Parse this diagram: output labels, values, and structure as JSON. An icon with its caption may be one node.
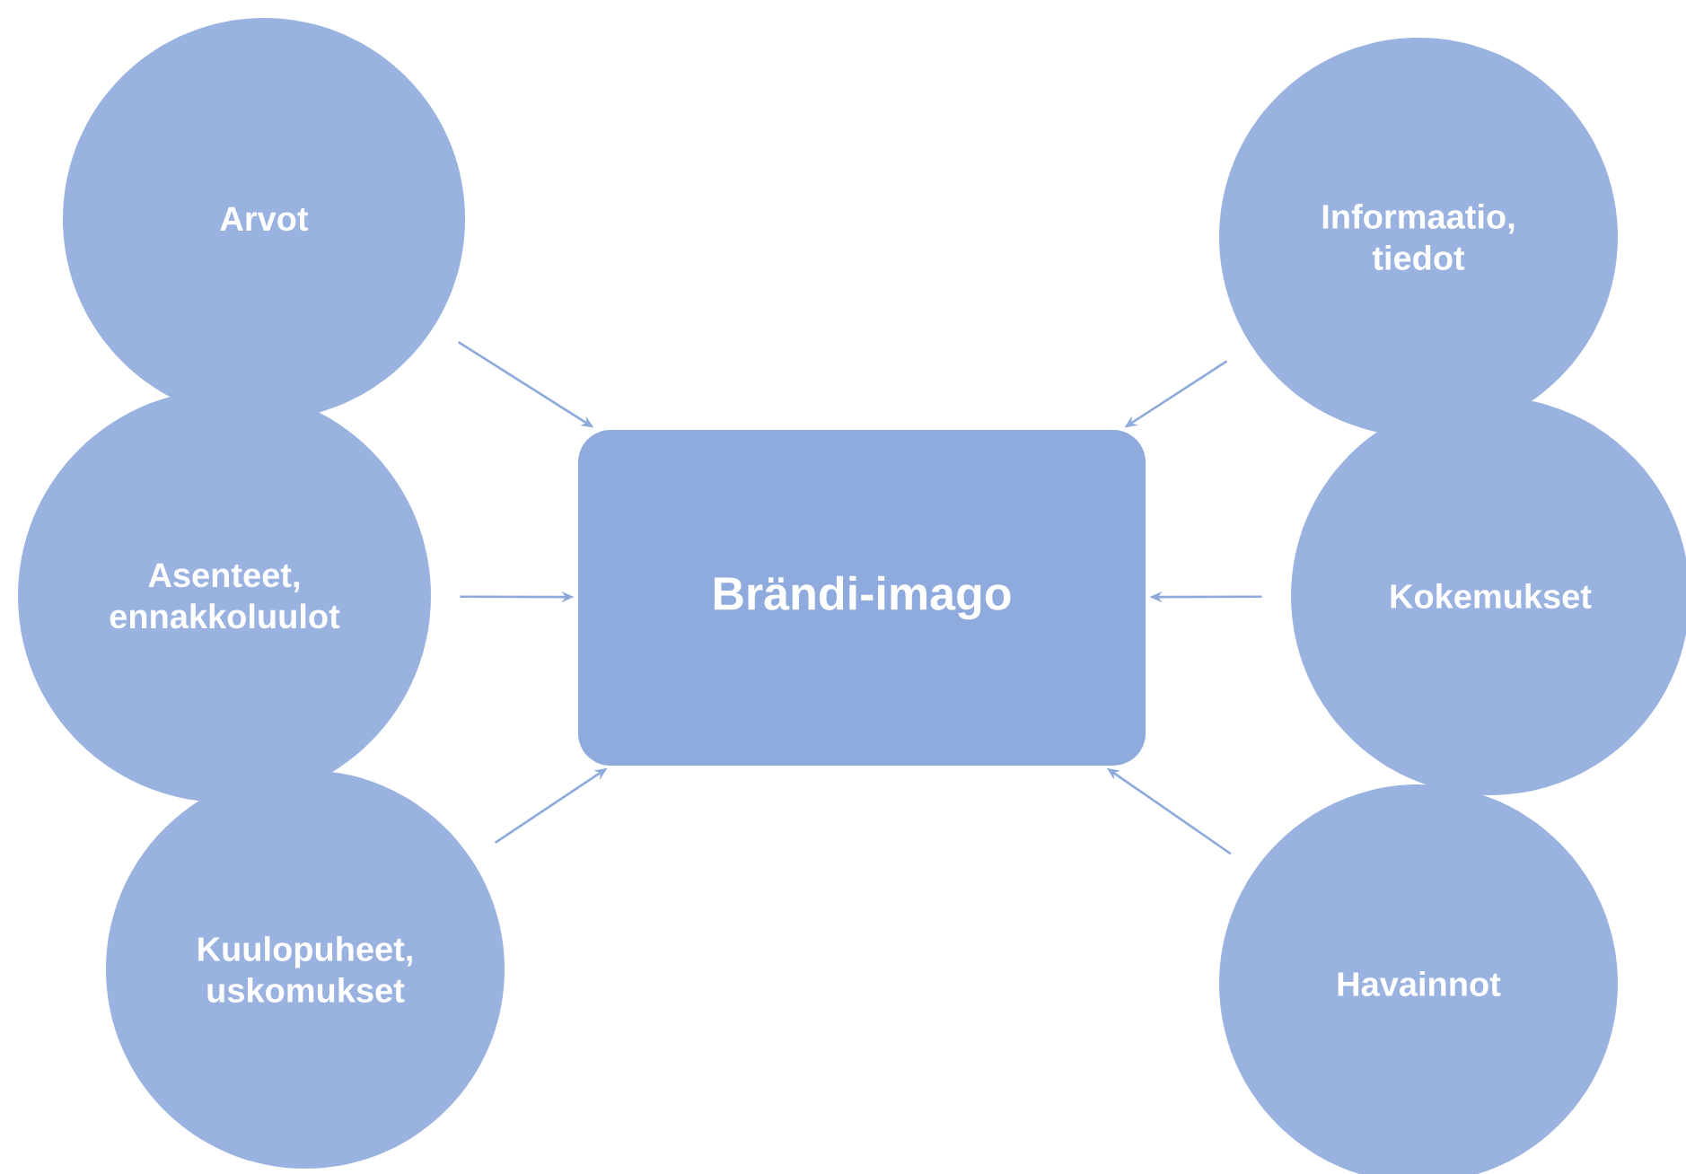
{
  "diagram": {
    "nodes": [
      {
        "text": [
          "Arvot"
        ]
      },
      {
        "text": [
          "Informaatio, tiedot"
        ]
      },
      {
        "text": [
          "Asenteet, ennakkoluulot"
        ]
      },
      {
        "text": [
          "Brändi-imago"
        ]
      },
      {
        "text": [
          "Kokemukset"
        ]
      },
      {
        "text": [
          "Kuulopuheet, uskomukset"
        ]
      },
      {
        "text": [
          "Havainnot"
        ]
      }
    ],
    "edges": [
      {
        "from": 0,
        "to": 3,
        "arrow": "to"
      },
      {
        "from": 1,
        "to": 3,
        "arrow": "to"
      },
      {
        "from": 2,
        "to": 3,
        "arrow": "to"
      },
      {
        "from": 4,
        "to": 3,
        "arrow": "to"
      },
      {
        "from": 5,
        "to": 3,
        "arrow": "to"
      },
      {
        "from": 6,
        "to": 3,
        "arrow": "to"
      }
    ]
  }
}
